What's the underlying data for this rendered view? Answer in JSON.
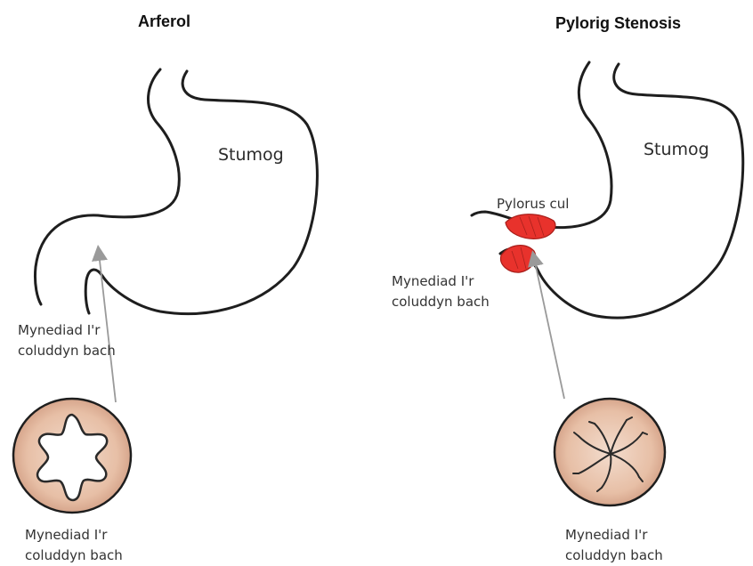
{
  "left_panel": {
    "title": "Arferol",
    "stomach_label": "Stumog",
    "entry_label_line1": "Mynediad I'r",
    "entry_label_line2": "coluddyn bach",
    "cross_section_label_line1": "Mynediad I'r",
    "cross_section_label_line2": "coluddyn bach"
  },
  "right_panel": {
    "title": "Pylorig Stenosis",
    "stomach_label": "Stumog",
    "pylorus_label": "Pylorus cul",
    "entry_label_line1": "Mynediad I'r",
    "entry_label_line2": "coluddyn bach",
    "cross_section_label_line1": "Mynediad I'r",
    "cross_section_label_line2": "coluddyn bach"
  },
  "colors": {
    "outline": "#1e1e1e",
    "muscle_red": "#e8322c",
    "cross_section_fill": "#e9c4ad",
    "cross_section_ring": "#c98e76",
    "arrow": "#9a9a9a"
  }
}
